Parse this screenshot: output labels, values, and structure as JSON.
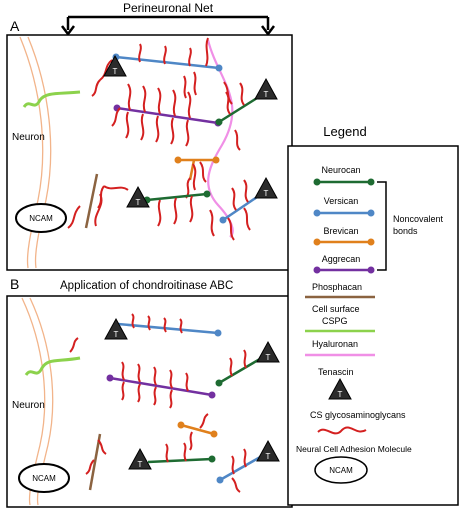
{
  "header": {
    "bracket_label": "Perineuronal Net"
  },
  "panel_a": {
    "letter": "A",
    "neuron_label": "Neuron",
    "ncam_label": "NCAM",
    "tenascin_letter": "T"
  },
  "panel_b": {
    "letter": "B",
    "title": "Application of chondroitinase ABC",
    "neuron_label": "Neuron",
    "ncam_label": "NCAM",
    "tenascin_letter": "T"
  },
  "legend": {
    "title": "Legend",
    "neurocan": "Neurocan",
    "versican": "Versican",
    "brevican": "Brevican",
    "aggrecan": "Aggrecan",
    "noncovalent_1": "Noncovalent",
    "noncovalent_2": "bonds",
    "phosphacan": "Phosphacan",
    "cell_surface_1": "Cell surface",
    "cell_surface_2": "CSPG",
    "hyaluronan": "Hyaluronan",
    "tenascin": "Tenascin",
    "tenascin_letter": "T",
    "cs_gag": "CS glycosaminoglycans",
    "ncam_desc": "Neural Cell Adhesion Molecule",
    "ncam": "NCAM"
  },
  "colors": {
    "neurocan": "#1e6b32",
    "versican": "#4f87c6",
    "brevican": "#e0801c",
    "aggrecan": "#7330a0",
    "phosphacan": "#8b6340",
    "cell_surface_cspg": "#8cd24c",
    "hyaluronan": "#f08fe6",
    "cs_gag": "#d42020",
    "membrane": "#f2b48a"
  }
}
